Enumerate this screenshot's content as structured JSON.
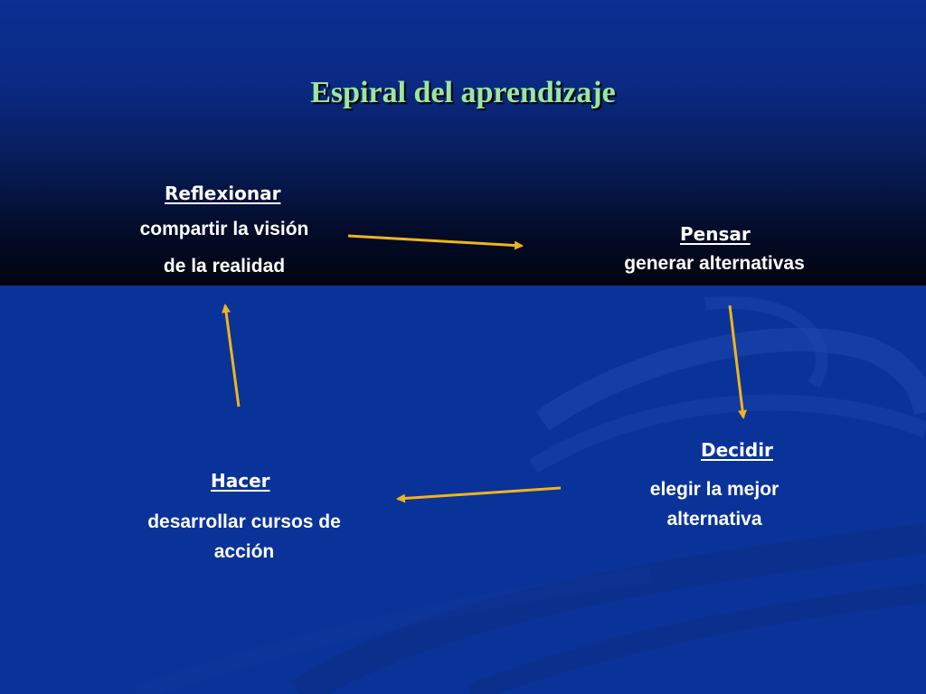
{
  "title": "Espiral del aprendizaje",
  "nodes": {
    "reflexionar": {
      "title": "Reflexionar",
      "line1": "compartir la visión",
      "line2": "de la realidad"
    },
    "pensar": {
      "title": "Pensar",
      "line1": "generar alternativas"
    },
    "decidir": {
      "title": "Decidir",
      "line1": "elegir  la  mejor",
      "line2": "alternativa"
    },
    "hacer": {
      "title": "Hacer",
      "line1": "desarrollar cursos de",
      "line2": "acción"
    }
  },
  "colors": {
    "background": "#0a3399",
    "title": "#9be6a0",
    "arrow": "#f0b41e",
    "text": "#ffffff"
  }
}
